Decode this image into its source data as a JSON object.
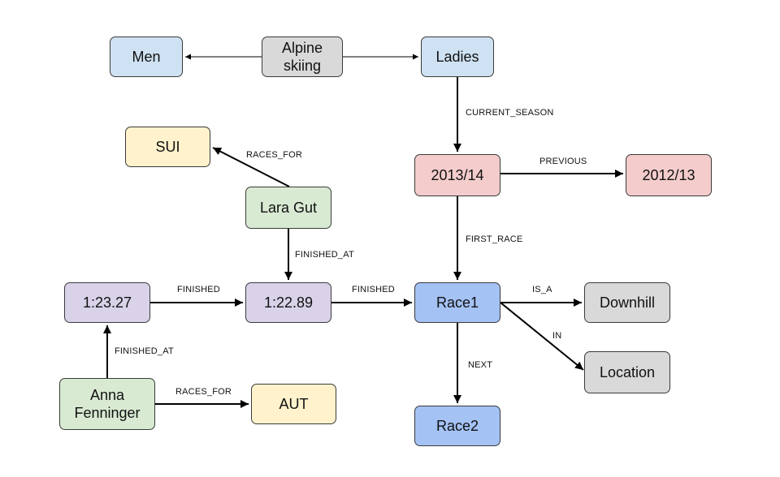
{
  "colors": {
    "blue_light": "#cfe2f3",
    "grey": "#d9d9d9",
    "yellow": "#fff2cc",
    "green": "#d9ead3",
    "red": "#f4cccc",
    "purple": "#d9d2e9",
    "blue_medium": "#a4c2f4",
    "stroke": "#000000"
  },
  "nodes": {
    "men": {
      "label": "Men",
      "color": "blue_light"
    },
    "alpine": {
      "label": "Alpine\nskiing",
      "color": "grey"
    },
    "ladies": {
      "label": "Ladies",
      "color": "blue_light"
    },
    "sui": {
      "label": "SUI",
      "color": "yellow"
    },
    "season1314": {
      "label": "2013/14",
      "color": "red"
    },
    "season1213": {
      "label": "2012/13",
      "color": "red"
    },
    "lara": {
      "label": "Lara Gut",
      "color": "green"
    },
    "time12327": {
      "label": "1:23.27",
      "color": "purple"
    },
    "time12289": {
      "label": "1:22.89",
      "color": "purple"
    },
    "race1": {
      "label": "Race1",
      "color": "blue_medium"
    },
    "downhill": {
      "label": "Downhill",
      "color": "grey"
    },
    "location": {
      "label": "Location",
      "color": "grey"
    },
    "anna": {
      "label": "Anna\nFenninger",
      "color": "green"
    },
    "aut": {
      "label": "AUT",
      "color": "yellow"
    },
    "race2": {
      "label": "Race2",
      "color": "blue_medium"
    }
  },
  "edges": [
    {
      "from": "alpine",
      "to": "men",
      "label": ""
    },
    {
      "from": "alpine",
      "to": "ladies",
      "label": ""
    },
    {
      "from": "ladies",
      "to": "season1314",
      "label": "CURRENT_SEASON"
    },
    {
      "from": "season1314",
      "to": "season1213",
      "label": "PREVIOUS"
    },
    {
      "from": "season1314",
      "to": "race1",
      "label": "FIRST_RACE"
    },
    {
      "from": "lara",
      "to": "sui",
      "label": "RACES_FOR"
    },
    {
      "from": "lara",
      "to": "time12289",
      "label": "FINISHED_AT"
    },
    {
      "from": "time12327",
      "to": "time12289",
      "label": "FINISHED"
    },
    {
      "from": "time12289",
      "to": "race1",
      "label": "FINISHED"
    },
    {
      "from": "race1",
      "to": "downhill",
      "label": "IS_A"
    },
    {
      "from": "race1",
      "to": "location",
      "label": "IN"
    },
    {
      "from": "race1",
      "to": "race2",
      "label": "NEXT"
    },
    {
      "from": "anna",
      "to": "time12327",
      "label": "FINISHED_AT"
    },
    {
      "from": "anna",
      "to": "aut",
      "label": "RACES_FOR"
    }
  ]
}
